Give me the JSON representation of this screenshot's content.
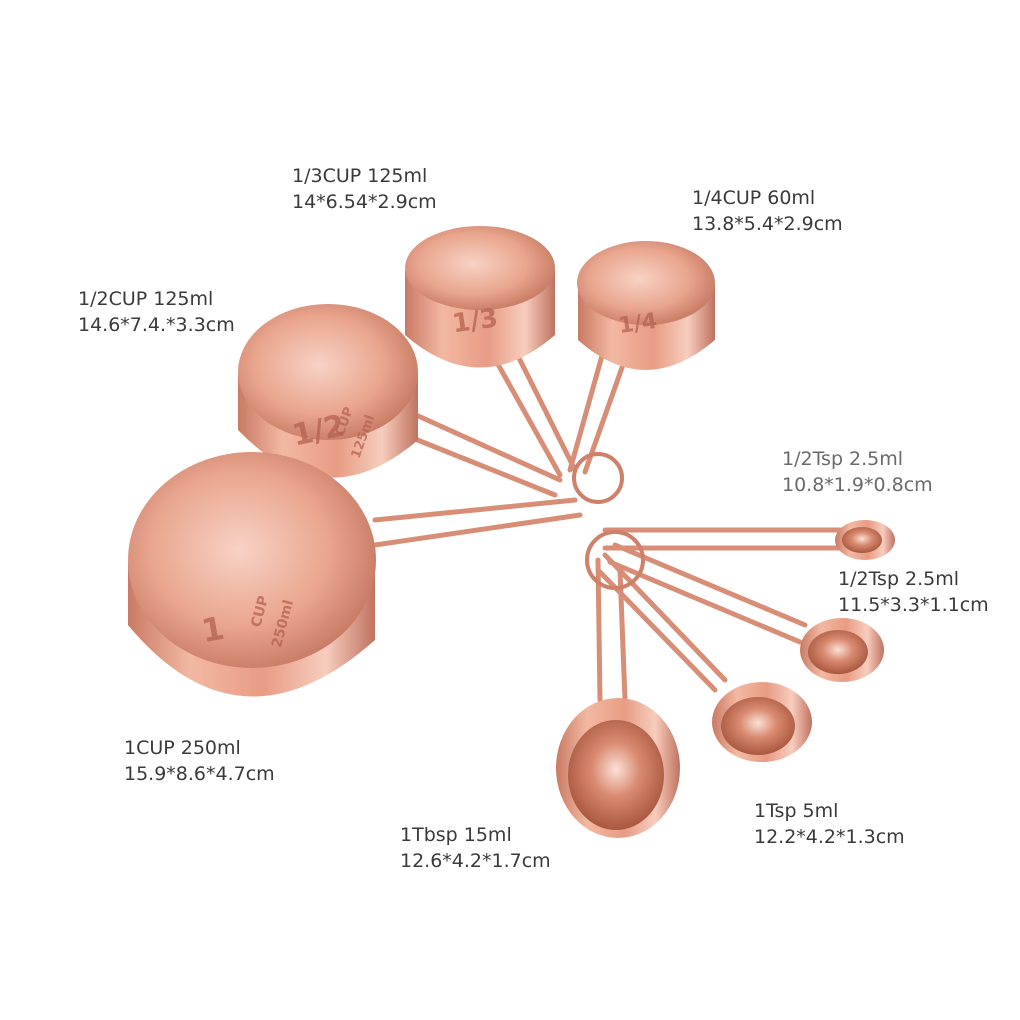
{
  "labels": {
    "third_cup": {
      "name": "1/3CUP 125ml",
      "size": "14*6.54*2.9cm"
    },
    "quarter_cup": {
      "name": "1/4CUP 60ml",
      "size": "13.8*5.4*2.9cm"
    },
    "half_cup": {
      "name": "1/2CUP 125ml",
      "size": "14.6*7.4.*3.3cm"
    },
    "one_cup": {
      "name": "1CUP 250ml",
      "size": "15.9*8.6*4.7cm"
    },
    "half_tsp_small": {
      "name": "1/2Tsp 2.5ml",
      "size": "10.8*1.9*0.8cm"
    },
    "half_tsp": {
      "name": "1/2Tsp 2.5ml",
      "size": "11.5*3.3*1.1cm"
    },
    "one_tsp": {
      "name": "1Tsp 5ml",
      "size": "12.2*4.2*1.3cm"
    },
    "one_tbsp": {
      "name": "1Tbsp  15ml",
      "size": "12.6*4.2*1.7cm"
    }
  },
  "engravings": {
    "third_cup": "1/3",
    "quarter_cup": "1/4",
    "half_cup": "1/2",
    "half_cup_unit": "CUP",
    "half_cup_ml": "125ml",
    "one_cup": "1",
    "one_cup_unit": "CUP",
    "one_cup_ml": "250ml"
  },
  "colors": {
    "rose_gold_light": "#f6c4b2",
    "rose_gold_mid": "#e39a82",
    "rose_gold_dark": "#b86c58",
    "background": "#ffffff"
  }
}
